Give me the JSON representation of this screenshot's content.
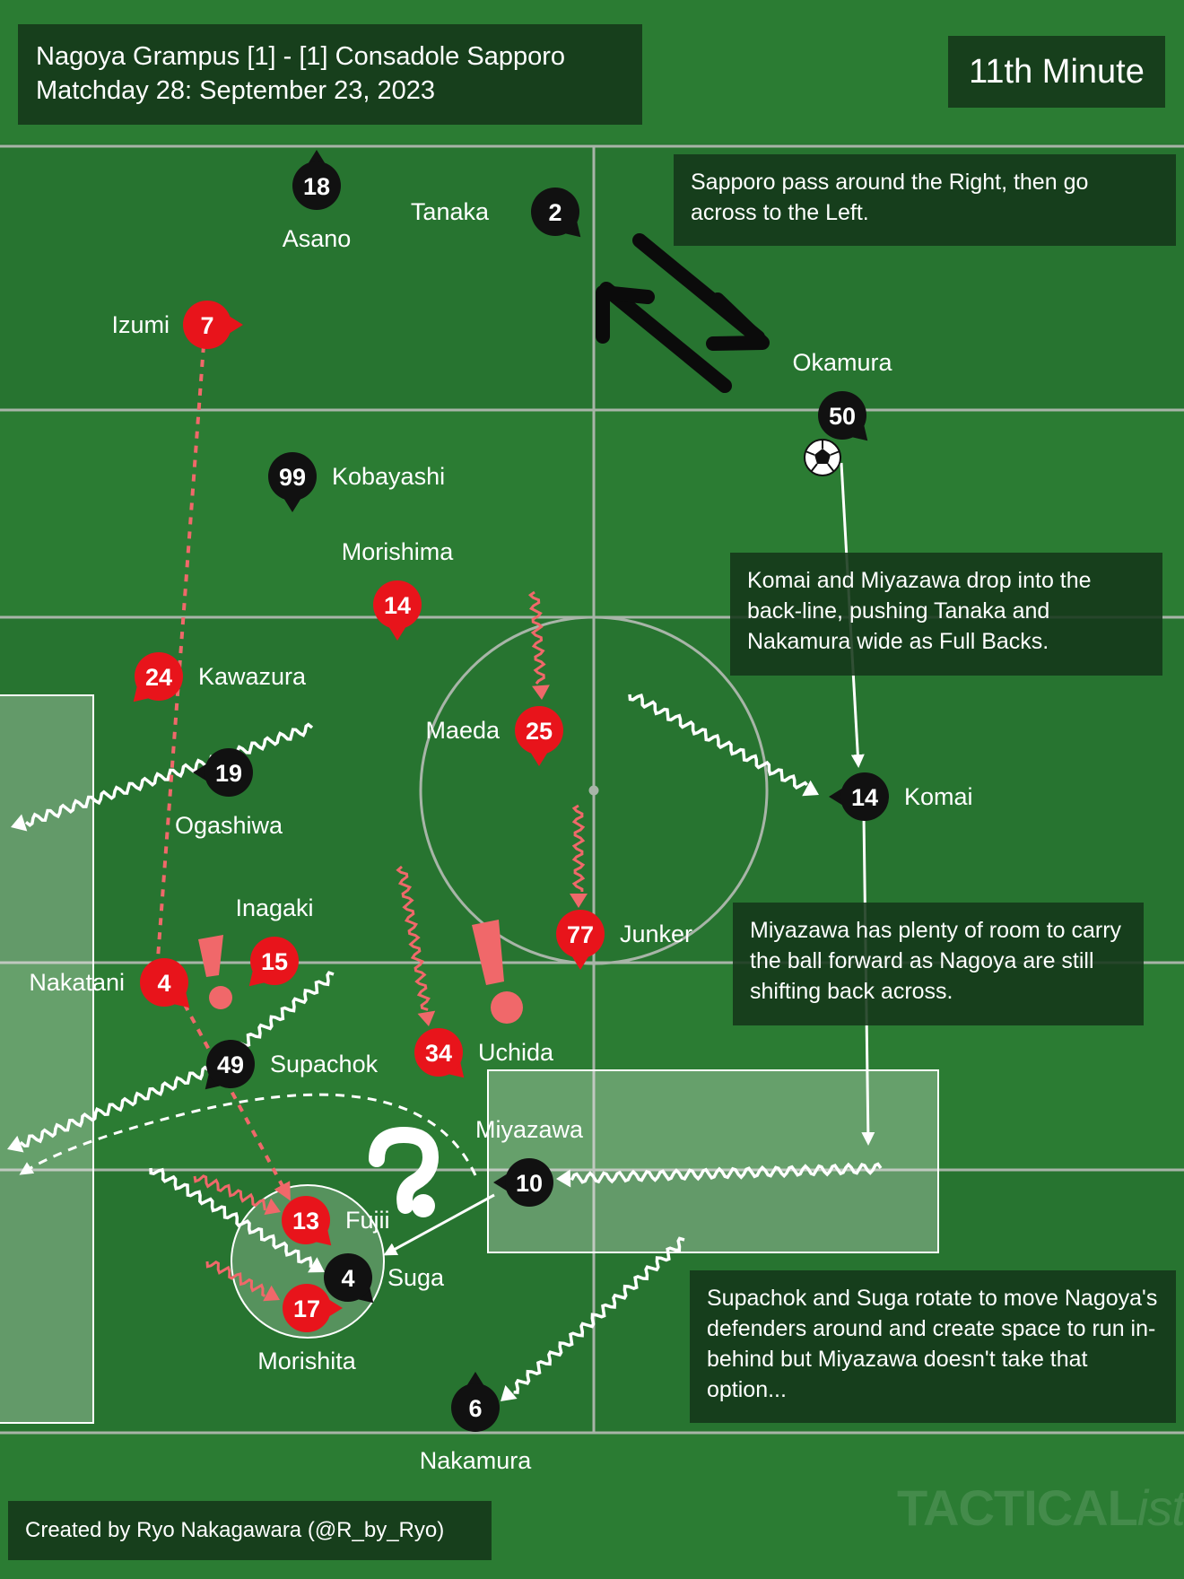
{
  "header": {
    "match": "Nagoya Grampus [1] - [1] Consadole Sapporo",
    "date": "Matchday 28: September 23, 2023",
    "minute": "11th Minute"
  },
  "notes": [
    {
      "text": "Sapporo pass around the Right, then go across to the Left."
    },
    {
      "text": "Komai and Miyazawa drop into the back-line, pushing Tanaka and Nakamura wide as Full Backs."
    },
    {
      "text": "Miyazawa has plenty of room to carry the ball forward as Nagoya are still shifting back across."
    },
    {
      "text": "Supachok and Suga rotate to move Nagoya's defenders around and create space to run in-behind but Miyazawa doesn't take that option..."
    }
  ],
  "colors": {
    "pitch": "#2b7c33",
    "sapporo": "#111111",
    "nagoya": "#e8141b",
    "nagoya_arrow": "#f0686a",
    "line": "#a8b5a8"
  },
  "players": [
    {
      "team": "sapporo",
      "number": "18",
      "name": "Asano"
    },
    {
      "team": "sapporo",
      "number": "2",
      "name": "Tanaka"
    },
    {
      "team": "nagoya",
      "number": "7",
      "name": "Izumi"
    },
    {
      "team": "sapporo",
      "number": "50",
      "name": "Okamura"
    },
    {
      "team": "sapporo",
      "number": "99",
      "name": "Kobayashi"
    },
    {
      "team": "nagoya",
      "number": "14",
      "name": "Morishima"
    },
    {
      "team": "nagoya",
      "number": "24",
      "name": "Kawazura"
    },
    {
      "team": "nagoya",
      "number": "25",
      "name": "Maeda"
    },
    {
      "team": "sapporo",
      "number": "19",
      "name": "Ogashiwa"
    },
    {
      "team": "sapporo",
      "number": "14",
      "name": "Komai"
    },
    {
      "team": "nagoya",
      "number": "77",
      "name": "Junker"
    },
    {
      "team": "nagoya",
      "number": "15",
      "name": "Inagaki"
    },
    {
      "team": "nagoya",
      "number": "4",
      "name": "Nakatani"
    },
    {
      "team": "sapporo",
      "number": "49",
      "name": "Supachok"
    },
    {
      "team": "nagoya",
      "number": "34",
      "name": "Uchida"
    },
    {
      "team": "sapporo",
      "number": "10",
      "name": "Miyazawa"
    },
    {
      "team": "nagoya",
      "number": "13",
      "name": "Fujii"
    },
    {
      "team": "sapporo",
      "number": "4",
      "name": "Suga"
    },
    {
      "team": "nagoya",
      "number": "17",
      "name": "Morishita"
    },
    {
      "team": "sapporo",
      "number": "6",
      "name": "Nakamura"
    }
  ],
  "credit": "Created by Ryo Nakagawara (@R_by_Ryo)",
  "watermark": {
    "main": "TACTICAL",
    "italic": "ista"
  }
}
